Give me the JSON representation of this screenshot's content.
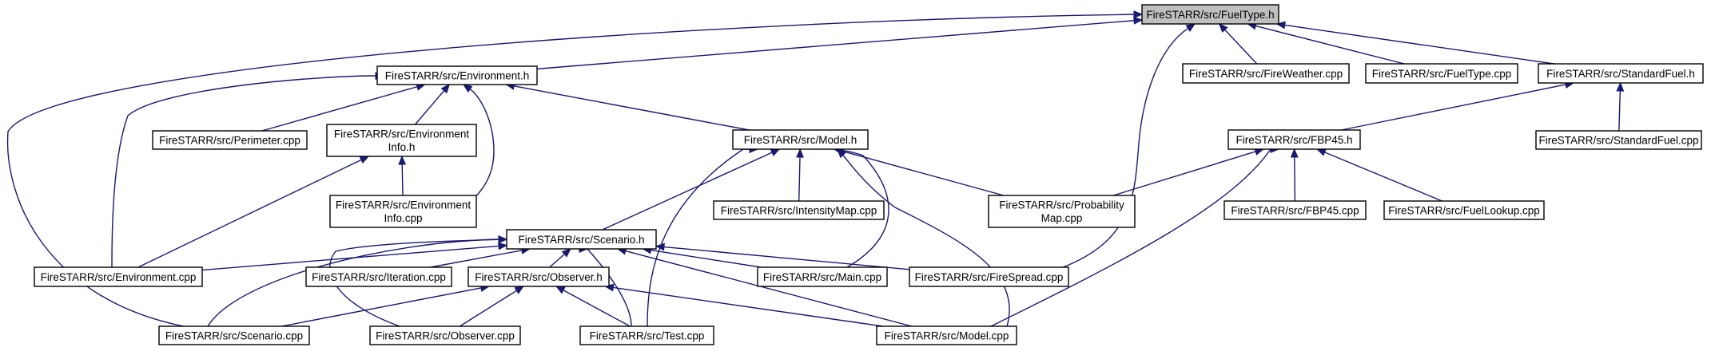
{
  "colors": {
    "node_fill": "#ffffff",
    "root_fill": "#bfbfbf",
    "node_border": "#000000",
    "edge": "#191970",
    "text": "#000000"
  },
  "nodes": [
    {
      "id": "fueltype_h",
      "lines": [
        "FireSTARR/src/FuelType.h"
      ],
      "root": true
    },
    {
      "id": "environment_h",
      "lines": [
        "FireSTARR/src/Environment.h"
      ]
    },
    {
      "id": "fireweather_cpp",
      "lines": [
        "FireSTARR/src/FireWeather.cpp"
      ]
    },
    {
      "id": "fueltype_cpp",
      "lines": [
        "FireSTARR/src/FuelType.cpp"
      ]
    },
    {
      "id": "standardfuel_h",
      "lines": [
        "FireSTARR/src/StandardFuel.h"
      ]
    },
    {
      "id": "perimeter_cpp",
      "lines": [
        "FireSTARR/src/Perimeter.cpp"
      ]
    },
    {
      "id": "environmentinfo_h",
      "lines": [
        "FireSTARR/src/Environment",
        "Info.h"
      ]
    },
    {
      "id": "model_h",
      "lines": [
        "FireSTARR/src/Model.h"
      ]
    },
    {
      "id": "fbp45_h",
      "lines": [
        "FireSTARR/src/FBP45.h"
      ]
    },
    {
      "id": "standardfuel_cpp",
      "lines": [
        "FireSTARR/src/StandardFuel.cpp"
      ]
    },
    {
      "id": "environmentinfo_cpp",
      "lines": [
        "FireSTARR/src/Environment",
        "Info.cpp"
      ]
    },
    {
      "id": "scenario_h",
      "lines": [
        "FireSTARR/src/Scenario.h"
      ]
    },
    {
      "id": "intensitymap_cpp",
      "lines": [
        "FireSTARR/src/IntensityMap.cpp"
      ]
    },
    {
      "id": "probabilitymap_cpp",
      "lines": [
        "FireSTARR/src/Probability",
        "Map.cpp"
      ]
    },
    {
      "id": "fbp45_cpp",
      "lines": [
        "FireSTARR/src/FBP45.cpp"
      ]
    },
    {
      "id": "fuellookup_cpp",
      "lines": [
        "FireSTARR/src/FuelLookup.cpp"
      ]
    },
    {
      "id": "environment_cpp",
      "lines": [
        "FireSTARR/src/Environment.cpp"
      ]
    },
    {
      "id": "iteration_cpp",
      "lines": [
        "FireSTARR/src/Iteration.cpp"
      ]
    },
    {
      "id": "observer_h",
      "lines": [
        "FireSTARR/src/Observer.h"
      ]
    },
    {
      "id": "main_cpp",
      "lines": [
        "FireSTARR/src/Main.cpp"
      ]
    },
    {
      "id": "firespread_cpp",
      "lines": [
        "FireSTARR/src/FireSpread.cpp"
      ]
    },
    {
      "id": "scenario_cpp",
      "lines": [
        "FireSTARR/src/Scenario.cpp"
      ]
    },
    {
      "id": "observer_cpp",
      "lines": [
        "FireSTARR/src/Observer.cpp"
      ]
    },
    {
      "id": "test_cpp",
      "lines": [
        "FireSTARR/src/Test.cpp"
      ]
    },
    {
      "id": "model_cpp",
      "lines": [
        "FireSTARR/src/Model.cpp"
      ]
    }
  ],
  "edges": [
    [
      "environment_h",
      "fueltype_h"
    ],
    [
      "fireweather_cpp",
      "fueltype_h"
    ],
    [
      "fueltype_cpp",
      "fueltype_h"
    ],
    [
      "standardfuel_h",
      "fueltype_h"
    ],
    [
      "firespread_cpp",
      "fueltype_h"
    ],
    [
      "scenario_cpp",
      "fueltype_h"
    ],
    [
      "perimeter_cpp",
      "environment_h"
    ],
    [
      "environmentinfo_h",
      "environment_h"
    ],
    [
      "environmentinfo_cpp",
      "environment_h"
    ],
    [
      "model_h",
      "environment_h"
    ],
    [
      "environment_cpp",
      "environment_h"
    ],
    [
      "environmentinfo_cpp",
      "environmentinfo_h"
    ],
    [
      "environment_cpp",
      "environmentinfo_h"
    ],
    [
      "fbp45_h",
      "standardfuel_h"
    ],
    [
      "standardfuel_cpp",
      "standardfuel_h"
    ],
    [
      "probabilitymap_cpp",
      "fbp45_h"
    ],
    [
      "fbp45_cpp",
      "fbp45_h"
    ],
    [
      "fuellookup_cpp",
      "fbp45_h"
    ],
    [
      "model_cpp",
      "fbp45_h"
    ],
    [
      "scenario_h",
      "model_h"
    ],
    [
      "intensitymap_cpp",
      "model_h"
    ],
    [
      "probabilitymap_cpp",
      "model_h"
    ],
    [
      "main_cpp",
      "model_h"
    ],
    [
      "test_cpp",
      "model_h"
    ],
    [
      "model_cpp",
      "model_h"
    ],
    [
      "environment_cpp",
      "scenario_h"
    ],
    [
      "iteration_cpp",
      "scenario_h"
    ],
    [
      "observer_h",
      "scenario_h"
    ],
    [
      "main_cpp",
      "scenario_h"
    ],
    [
      "firespread_cpp",
      "scenario_h"
    ],
    [
      "scenario_cpp",
      "scenario_h"
    ],
    [
      "observer_cpp",
      "scenario_h"
    ],
    [
      "test_cpp",
      "scenario_h"
    ],
    [
      "model_cpp",
      "scenario_h"
    ],
    [
      "scenario_cpp",
      "observer_h"
    ],
    [
      "observer_cpp",
      "observer_h"
    ],
    [
      "test_cpp",
      "observer_h"
    ],
    [
      "model_cpp",
      "observer_h"
    ]
  ]
}
